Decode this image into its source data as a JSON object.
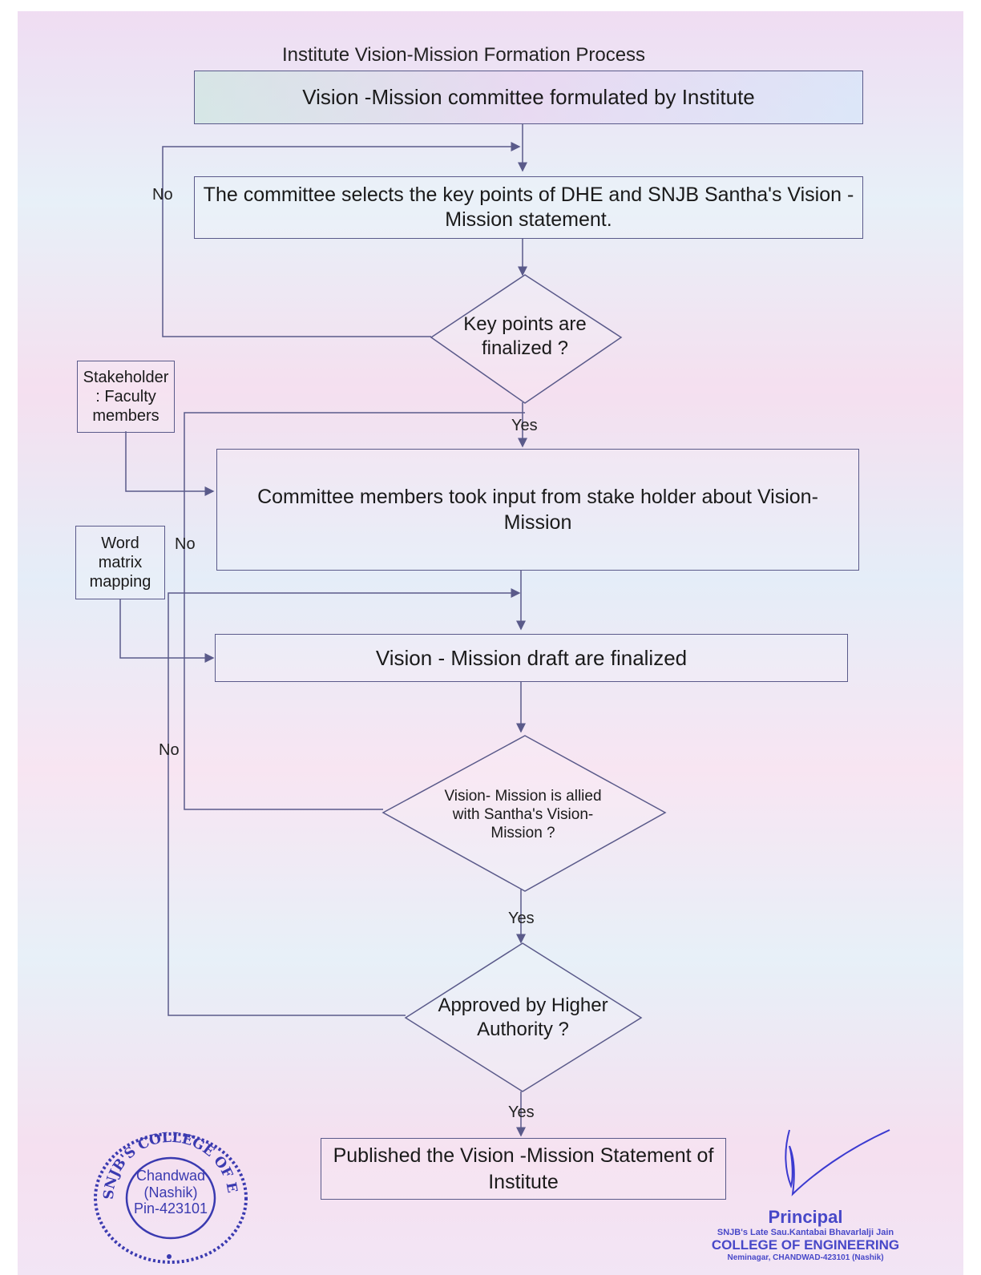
{
  "title": "Institute Vision-Mission Formation Process",
  "nodes": {
    "committee_formulated": "Vision -Mission committee formulated by Institute",
    "select_key_points": "The committee selects the key points of DHE  and SNJB Santha's Vision -Mission statement.",
    "key_points_finalized": "Key points are finalized ?",
    "stakeholder_faculty": "Stakeholder : Faculty members",
    "input_from_stakeholder": "Committee members took input from stake holder about Vision-Mission",
    "word_matrix": "Word matrix mapping",
    "draft_finalized": "Vision - Mission draft are finalized",
    "allied_with_santha": "Vision- Mission is allied with Santha's Vision-Mission ?",
    "approved_higher": "Approved by Higher Authority ?",
    "published": "Published the Vision -Mission Statement of Institute"
  },
  "edge_labels": {
    "no_1": "No",
    "yes_1": "Yes",
    "no_2": "No",
    "no_3": "No",
    "yes_2": "Yes",
    "yes_3": "Yes"
  },
  "seal": {
    "ring_text": "SNJB'S COLLEGE OF ENGINEERING",
    "line1": "Chandwad",
    "line2": "(Nashik)",
    "line3": "Pin-423101"
  },
  "signature_block": {
    "role": "Principal",
    "line1": "SNJB's Late Sau.Kantabai Bhavarlalji Jain",
    "line2": "COLLEGE OF ENGINEERING",
    "line3": "Neminagar, CHANDWAD-423101 (Nashik)"
  },
  "colors": {
    "line": "#5a5a8a",
    "seal": "#3a3ab0",
    "signature_ink": "#3b3ad0",
    "stamp_text": "#4848c8"
  }
}
